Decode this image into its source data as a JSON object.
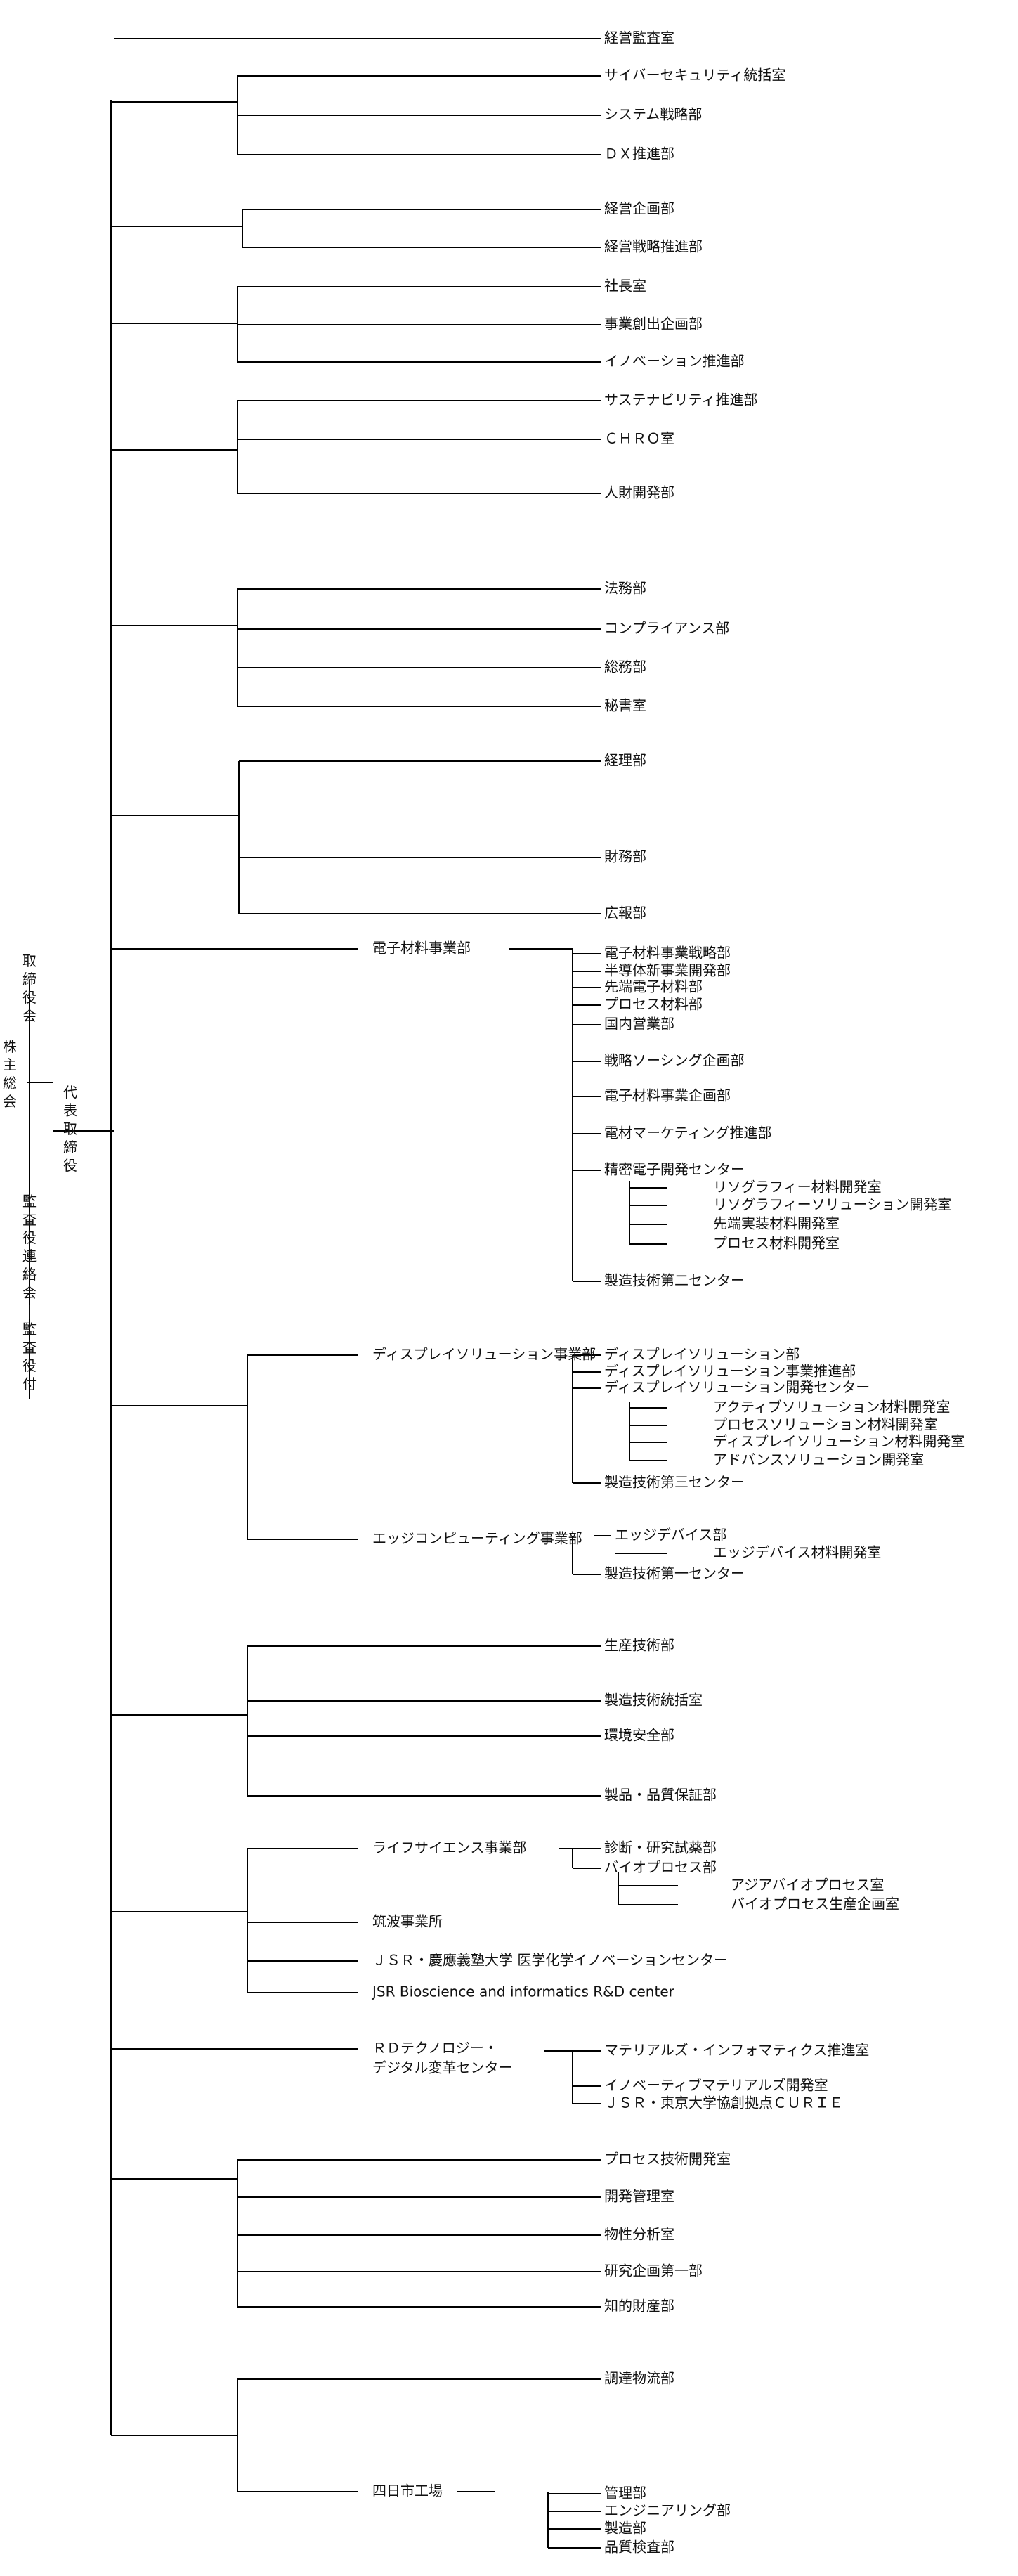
{
  "governance": {
    "shareholders": "株主総会",
    "board": "取締役会",
    "representative": "代表取締役",
    "auditors": "監査役連絡会—監査役付"
  },
  "units": {
    "keiei_kansa": "経営監査室",
    "cyber": "サイバーセキュリティ統括室",
    "system": "システム戦略部",
    "dx": "ＤＸ推進部",
    "keiei_kikaku": "経営企画部",
    "keiei_senryaku": "経営戦略推進部",
    "shachoshitsu": "社長室",
    "jigyo_soshutsu": "事業創出企画部",
    "innovation": "イノベーション推進部",
    "sustain": "サステナビリティ推進部",
    "chro": "ＣＨＲＯ室",
    "jinzai": "人財開発部",
    "homu": "法務部",
    "compliance": "コンプライアンス部",
    "somu": "総務部",
    "hisho": "秘書室",
    "keiri": "経理部",
    "zaimu": "財務部",
    "koho": "広報部",
    "elec_div": "電子材料事業部",
    "elec_senryaku": "電子材料事業戦略部",
    "handotai": "半導体新事業開発部",
    "sentan_denshi": "先端電子材料部",
    "process_zairyo": "プロセス材料部",
    "kokunai": "国内営業部",
    "sourcing": "戦略ソーシング企画部",
    "elec_kikaku": "電子材料事業企画部",
    "denzai_mkt": "電材マーケティング推進部",
    "seimitsu": "精密電子開発センター",
    "litho_zai": "リソグラフィー材料開発室",
    "litho_sol": "リソグラフィーソリューション開発室",
    "sentan_jisso": "先端実装材料開発室",
    "process_kaihatsu": "プロセス材料開発室",
    "seizo2": "製造技術第二センター",
    "disp_div": "ディスプレイソリューション事業部",
    "disp_bu": "ディスプレイソリューション部",
    "disp_suishin": "ディスプレイソリューション事業推進部",
    "disp_center": "ディスプレイソリューション開発センター",
    "active": "アクティブソリューション材料開発室",
    "process_sol": "プロセスソリューション材料開発室",
    "disp_sol": "ディスプレイソリューション材料開発室",
    "advance": "アドバンスソリューション開発室",
    "seizo3": "製造技術第三センター",
    "edge_div": "エッジコンピューティング事業部",
    "edge_dev": "エッジデバイス部",
    "edge_zai": "エッジデバイス材料開発室",
    "seizo1": "製造技術第一センター",
    "seisan_gijutsu": "生産技術部",
    "seizo_tokatsu": "製造技術統括室",
    "kankyo": "環境安全部",
    "hinshitsu": "製品・品質保証部",
    "life_div": "ライフサイエンス事業部",
    "shindan": "診断・研究試薬部",
    "bio_bu": "バイオプロセス部",
    "asia_bio": "アジアバイオプロセス室",
    "bio_kikaku": "バイオプロセス生産企画室",
    "tsukuba": "筑波事業所",
    "keio": "ＪＳＲ・慶應義塾大学 医学化学イノベーションセンター",
    "bioinfo": "JSR Bioscience and informatics R&D center",
    "rd1": "ＲＤテクノロジー・",
    "rd2": "デジタル変革センター",
    "mi": "マテリアルズ・インフォマティクス推進室",
    "innov_mat": "イノベーティブマテリアルズ開発室",
    "curie": "ＪＳＲ・東京大学協創拠点ＣＵＲＩＥ",
    "process_gijutsu": "プロセス技術開発室",
    "kaihatsu_kanri": "開発管理室",
    "bussei": "物性分析室",
    "kenkyu_kikaku": "研究企画第一部",
    "chiteki": "知的財産部",
    "chotatsu": "調達物流部",
    "yokkaichi": "四日市工場",
    "kanri": "管理部",
    "engineering": "エンジニアリング部",
    "seizo_bu": "製造部",
    "hinshitsu_kensa": "品質検査部"
  }
}
